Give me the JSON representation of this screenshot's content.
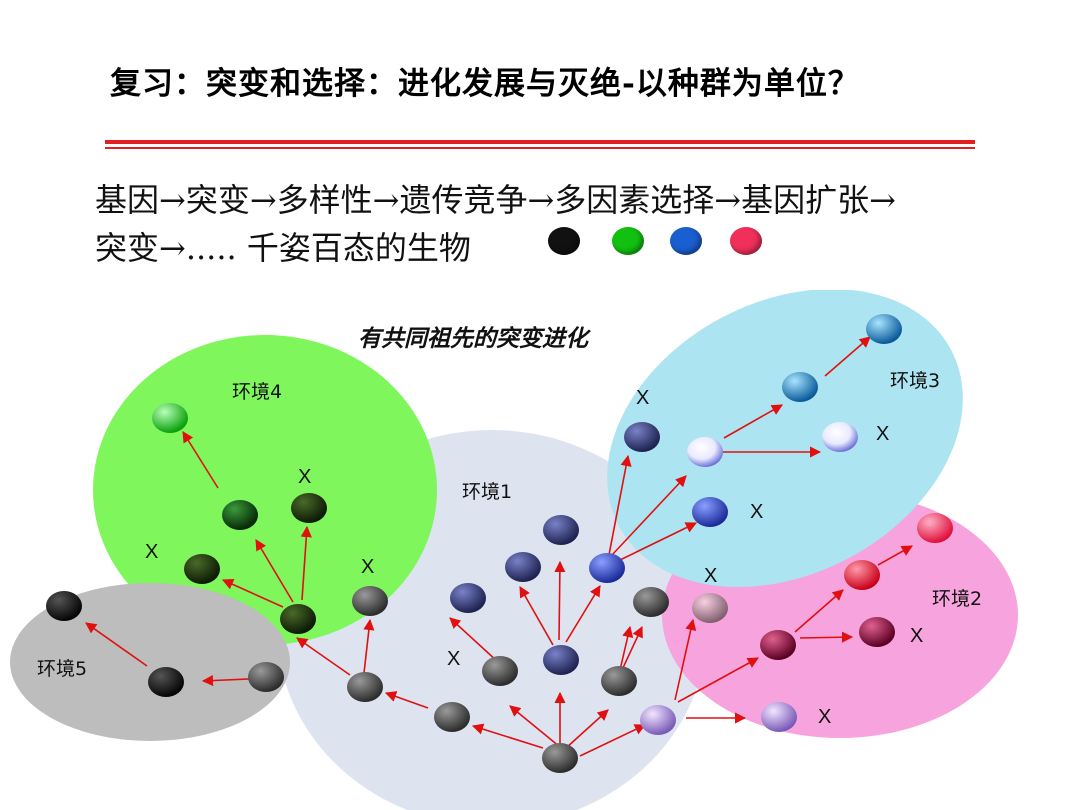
{
  "title": "复习：突变和选择：进化发展与灭绝-以种群为单位？",
  "text_line1": "基因→突变→多样性→遗传竞争→多因素选择→基因扩张→",
  "text_line2": "突变→..... 千姿百态的生物",
  "legend_colors": [
    "#111111",
    "#12c012",
    "#1a5fd0",
    "#f0305a"
  ],
  "diagram": {
    "caption": "有共同祖先的突变进化",
    "environments": [
      {
        "id": "env1",
        "label": "环境1",
        "color": "#dde4ef"
      },
      {
        "id": "env2",
        "label": "环境2",
        "color": "#f7a3dd"
      },
      {
        "id": "env3",
        "label": "环境3",
        "color": "#ade4f1"
      },
      {
        "id": "env4",
        "label": "环境4",
        "color": "#7ef65c"
      },
      {
        "id": "env5",
        "label": "环境5",
        "color": "#bdbdbd"
      }
    ],
    "extinct_mark": "X"
  }
}
